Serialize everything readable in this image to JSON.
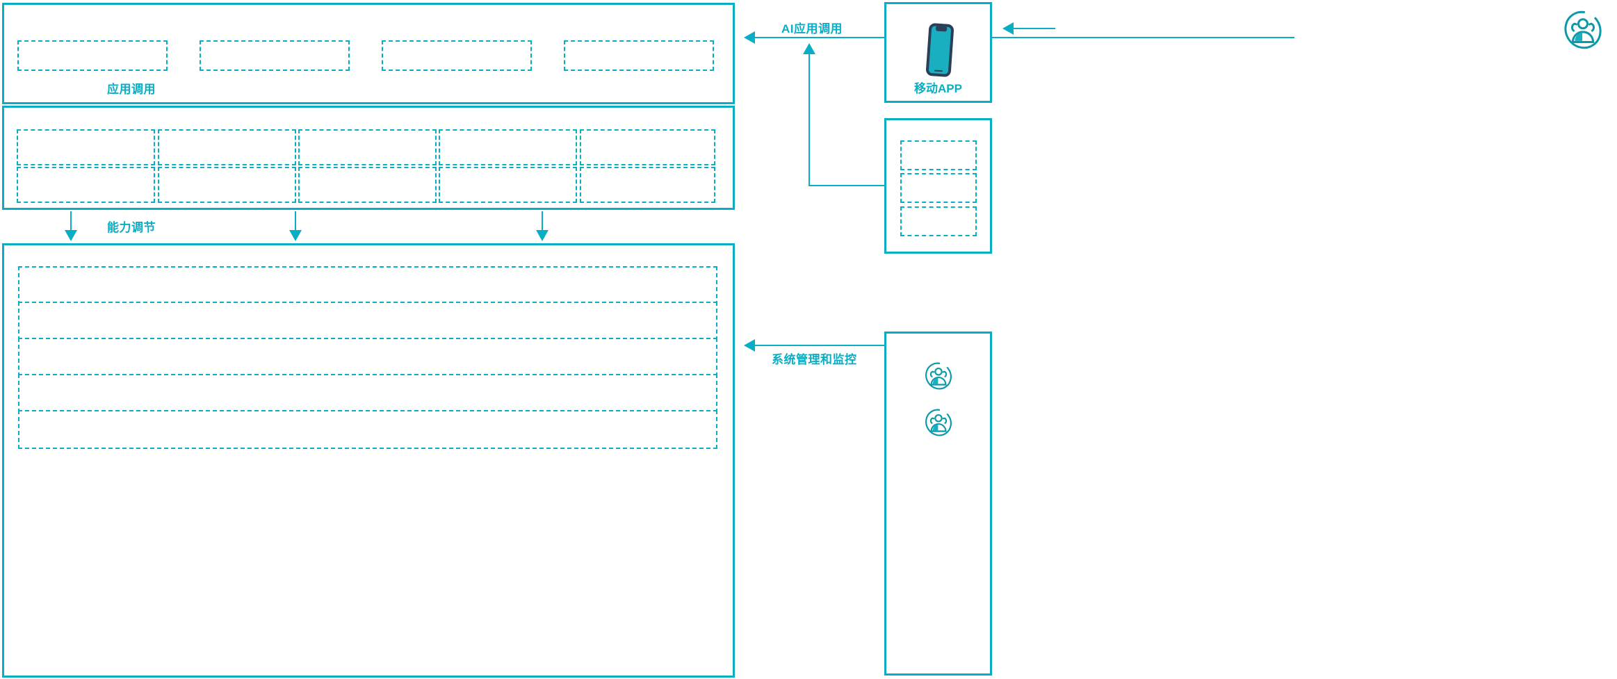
{
  "diagram": {
    "accent_color": "#0aaec4",
    "phone_outline_color": "#2b3f56",
    "background": "#ffffff",
    "flow_labels": {
      "app_invoke": "应用调用",
      "capability_orchestration": "能力调节",
      "ai_app_invoke": "AI应用调用",
      "system_mgmt_monitor": "系统管理和监控"
    },
    "left_column": {
      "application_layer": {
        "name": "application-layer-panel",
        "cells": [
          {
            "label": ""
          },
          {
            "label": ""
          },
          {
            "label": ""
          },
          {
            "label": ""
          }
        ]
      },
      "capability_layer": {
        "name": "capability-layer-panel",
        "columns": [
          {
            "top": {
              "label": ""
            },
            "bottom": {
              "label": ""
            }
          },
          {
            "top": {
              "label": ""
            },
            "bottom": {
              "label": ""
            }
          },
          {
            "top": {
              "label": ""
            },
            "bottom": {
              "label": ""
            }
          },
          {
            "top": {
              "label": ""
            },
            "bottom": {
              "label": ""
            }
          },
          {
            "top": {
              "label": ""
            },
            "bottom": {
              "label": ""
            }
          }
        ]
      },
      "infrastructure_layer": {
        "name": "infrastructure-layer-panel",
        "rows": [
          {
            "label": ""
          },
          {
            "label": ""
          },
          {
            "label": ""
          },
          {
            "label": ""
          },
          {
            "label": ""
          }
        ]
      }
    },
    "right_column": {
      "mobile_app_panel": {
        "title": "移动APP",
        "icon": "mobile-phone-icon"
      },
      "channel_panel": {
        "cells": [
          {
            "label": ""
          },
          {
            "label": ""
          },
          {
            "label": ""
          }
        ]
      },
      "operations_panel": {
        "icons": [
          "people-group-icon",
          "people-group-icon"
        ]
      },
      "end_user": {
        "icon": "people-group-icon"
      }
    }
  }
}
